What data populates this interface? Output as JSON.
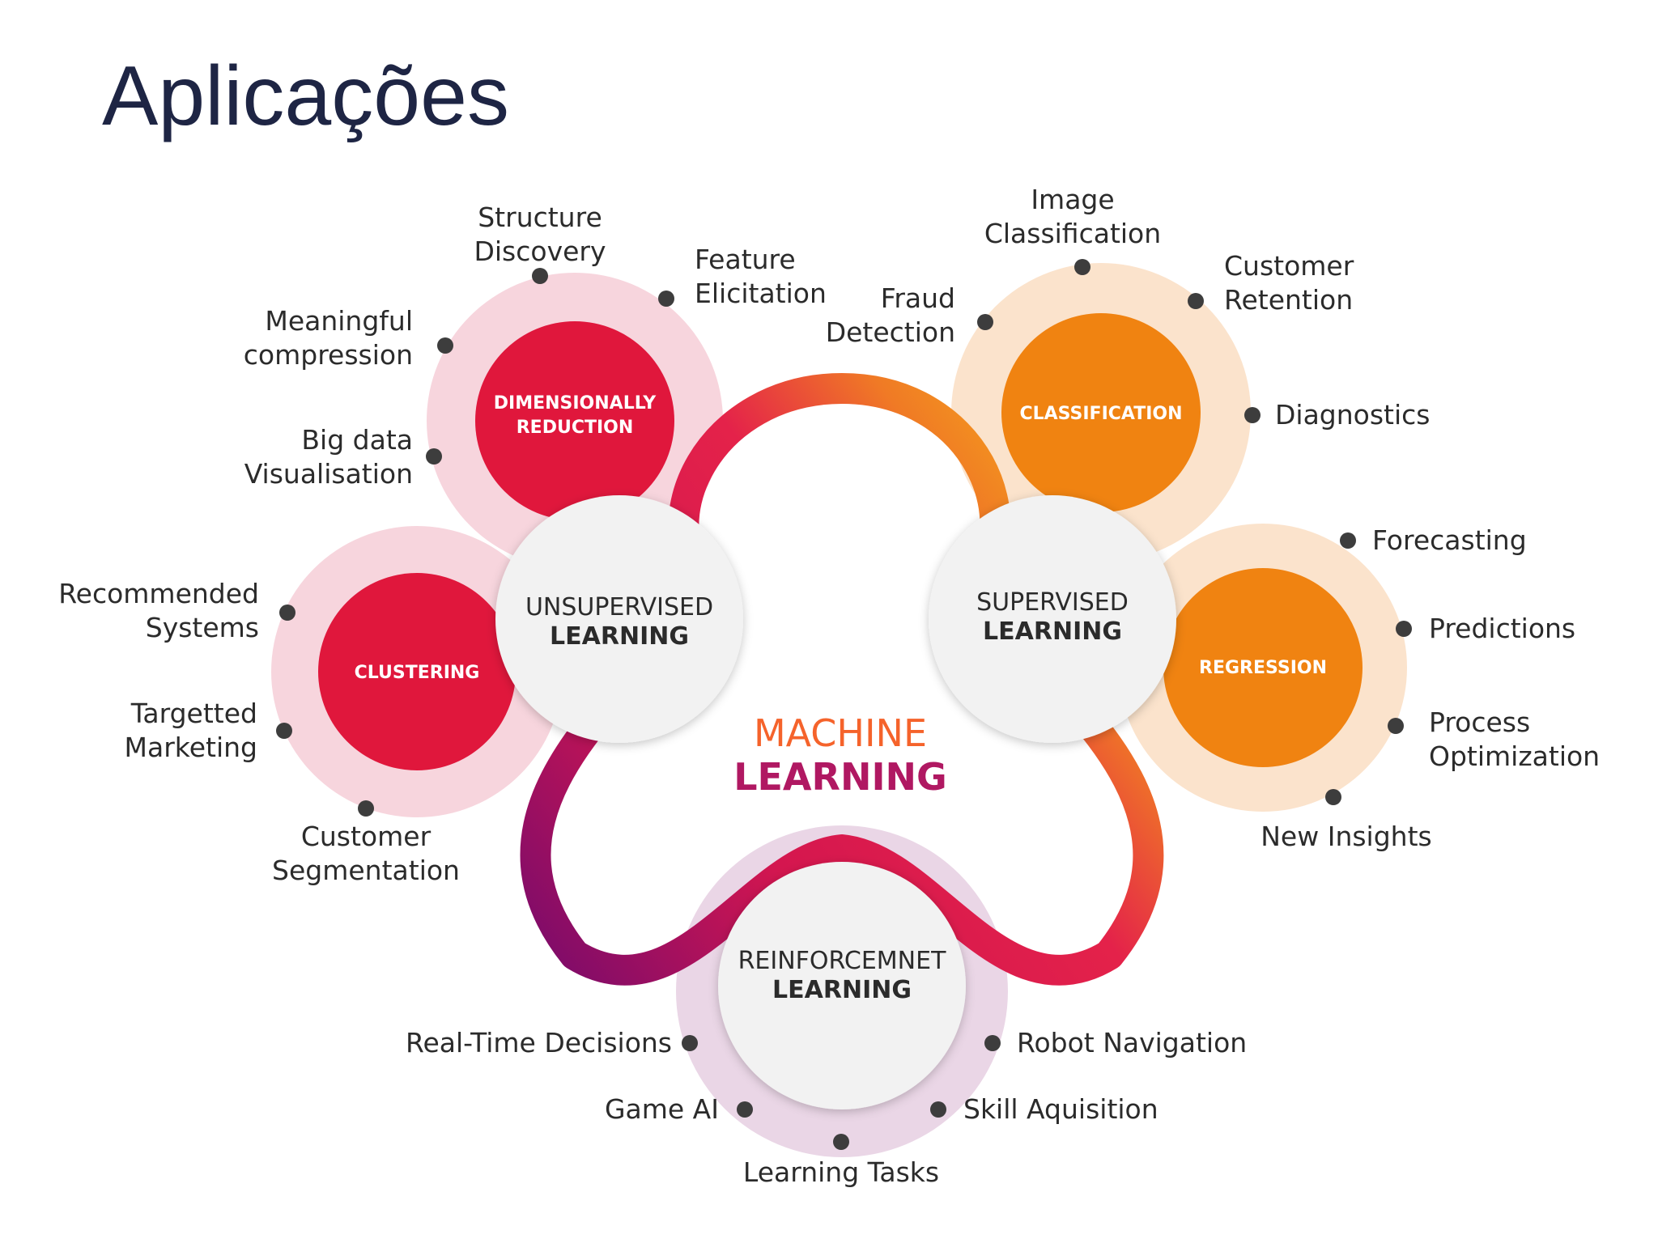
{
  "slide": {
    "title": "Aplicações"
  },
  "center": {
    "line1": "MACHINE",
    "line2": "LEARNING"
  },
  "colors": {
    "title": "#1e2544",
    "pink_zone": "#f7d5dd",
    "red": "#e0173c",
    "peach_zone": "#fbe3cc",
    "orange": "#f08311",
    "lilac_zone": "#ead6e6",
    "hub": "#f2f2f2",
    "loop_gradient": [
      "#7a0b6b",
      "#d4164f",
      "#e4224a",
      "#f4a21b"
    ]
  },
  "hubs": {
    "unsupervised": {
      "line1": "UNSUPERVISED",
      "line2": "LEARNING"
    },
    "supervised": {
      "line1": "SUPERVISED",
      "line2": "LEARNING"
    },
    "reinforcement": {
      "line1": "REINFORCEMNET",
      "line2": "LEARNING"
    }
  },
  "categories": {
    "dimensionality": {
      "line1": "DIMENSIONALLY",
      "line2": "REDUCTION"
    },
    "clustering": {
      "label": "CLUSTERING"
    },
    "classification": {
      "label": "CLASSIFICATION"
    },
    "regression": {
      "label": "REGRESSION"
    }
  },
  "applications": {
    "dimensionality": [
      {
        "lines": [
          "Structure",
          "Discovery"
        ]
      },
      {
        "lines": [
          "Feature",
          "Elicitation"
        ]
      },
      {
        "lines": [
          "Meaningful",
          "compression"
        ]
      },
      {
        "lines": [
          "Big data",
          "Visualisation"
        ]
      }
    ],
    "clustering": [
      {
        "lines": [
          "Recommended",
          "Systems"
        ]
      },
      {
        "lines": [
          "Targetted",
          "Marketing"
        ]
      },
      {
        "lines": [
          "Customer",
          "Segmentation"
        ]
      }
    ],
    "classification": [
      {
        "lines": [
          "Image",
          "Classification"
        ]
      },
      {
        "lines": [
          "Customer",
          "Retention"
        ]
      },
      {
        "lines": [
          "Fraud",
          "Detection"
        ]
      },
      {
        "lines": [
          "Diagnostics"
        ]
      }
    ],
    "regression": [
      {
        "lines": [
          "Forecasting"
        ]
      },
      {
        "lines": [
          "Predictions"
        ]
      },
      {
        "lines": [
          "Process",
          "Optimization"
        ]
      },
      {
        "lines": [
          "New Insights"
        ]
      }
    ],
    "reinforcement": [
      {
        "lines": [
          "Real-Time Decisions"
        ]
      },
      {
        "lines": [
          "Robot Navigation"
        ]
      },
      {
        "lines": [
          "Game AI"
        ]
      },
      {
        "lines": [
          "Skill Aquisition"
        ]
      },
      {
        "lines": [
          "Learning Tasks"
        ]
      }
    ]
  }
}
